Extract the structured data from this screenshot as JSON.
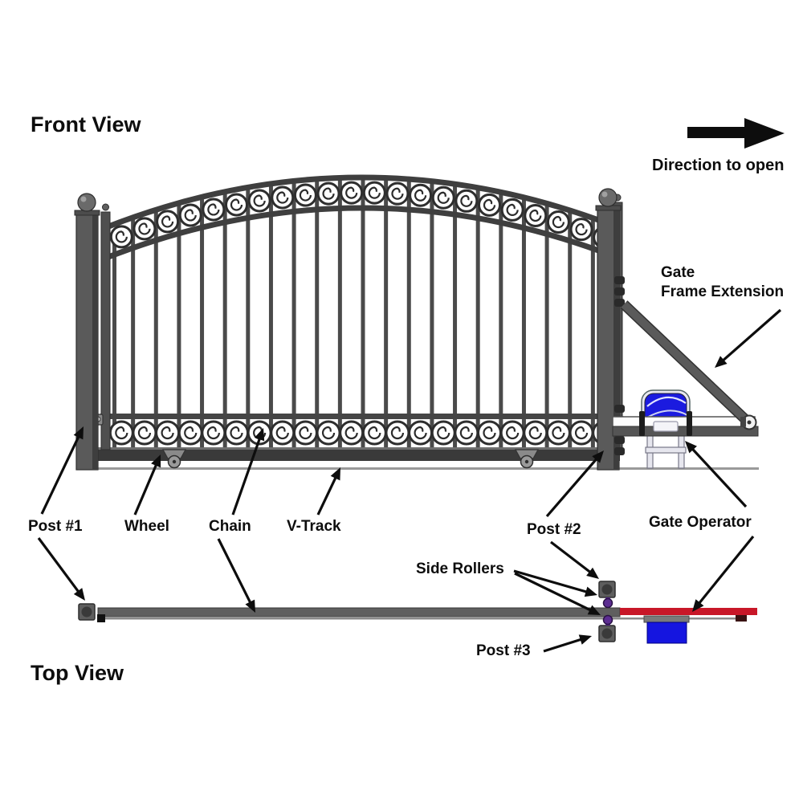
{
  "titles": {
    "front_view": "Front View",
    "top_view": "Top View"
  },
  "direction": {
    "label": "Direction to open"
  },
  "front_labels": {
    "post1": "Post #1",
    "wheel": "Wheel",
    "chain": "Chain",
    "vtrack": "V-Track",
    "post2": "Post #2",
    "gate_operator": "Gate Operator",
    "frame_extension_line1": "Gate",
    "frame_extension_line2": "Frame Extension"
  },
  "top_labels": {
    "side_rollers": "Side Rollers",
    "post3": "Post #3"
  },
  "colors": {
    "metal_dark": "#3a3a3a",
    "metal_mid": "#555555",
    "metal_post": "#5a5a5a",
    "bar_gray": "#4a4a4a",
    "track_gray": "#9a9a9a",
    "red_rail": "#c81728",
    "operator_blue": "#1b1bdf",
    "roller_purple": "#5c2d91",
    "arrow_black": "#0d0d0d",
    "scroll_white": "#ffffff"
  }
}
